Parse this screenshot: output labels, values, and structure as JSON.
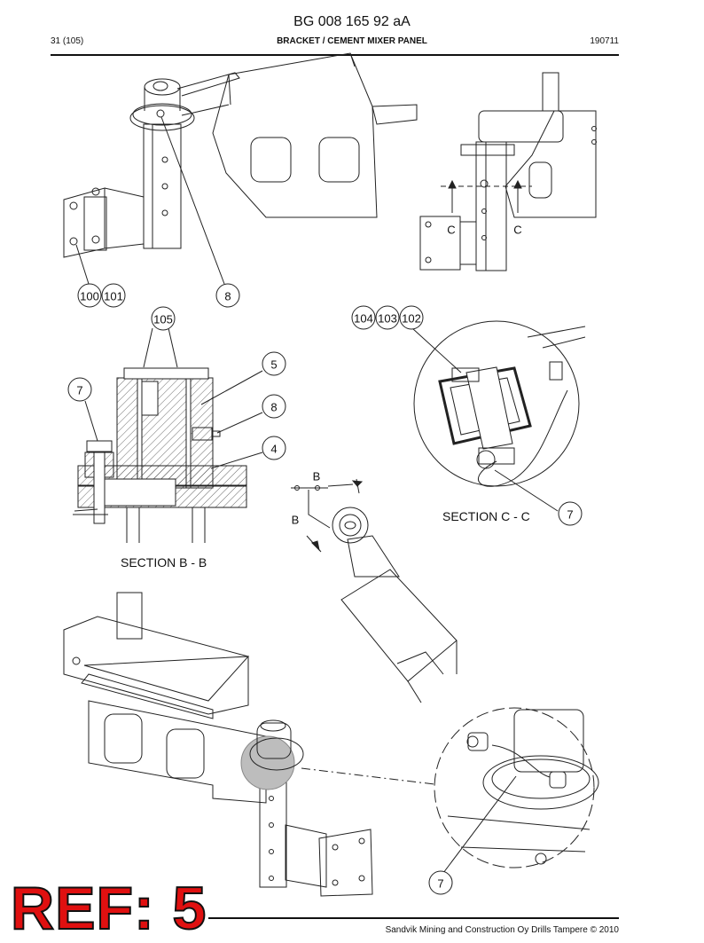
{
  "header": {
    "doc_number": "BG 008 165 92 aA",
    "page": "31 (105)",
    "title": "BRACKET / CEMENT MIXER PANEL",
    "date_code": "190711"
  },
  "callouts": {
    "c100": "100",
    "c101": "101",
    "c8_top": "8",
    "c105": "105",
    "c104": "104",
    "c103": "103",
    "c102": "102",
    "c5": "5",
    "c7_left": "7",
    "c8_mid": "8",
    "c4": "4",
    "c7_right": "7",
    "c7_bottom": "7"
  },
  "section_marks": {
    "c_left": "C",
    "c_right": "C",
    "b_top": "B",
    "b_bottom": "B"
  },
  "sections": {
    "bb": "SECTION B - B",
    "cc": "SECTION C - C"
  },
  "stamp": "REF: 5",
  "footer": {
    "copyright": "Sandvik Mining and Construction Oy Drills Tampere © 2010"
  }
}
